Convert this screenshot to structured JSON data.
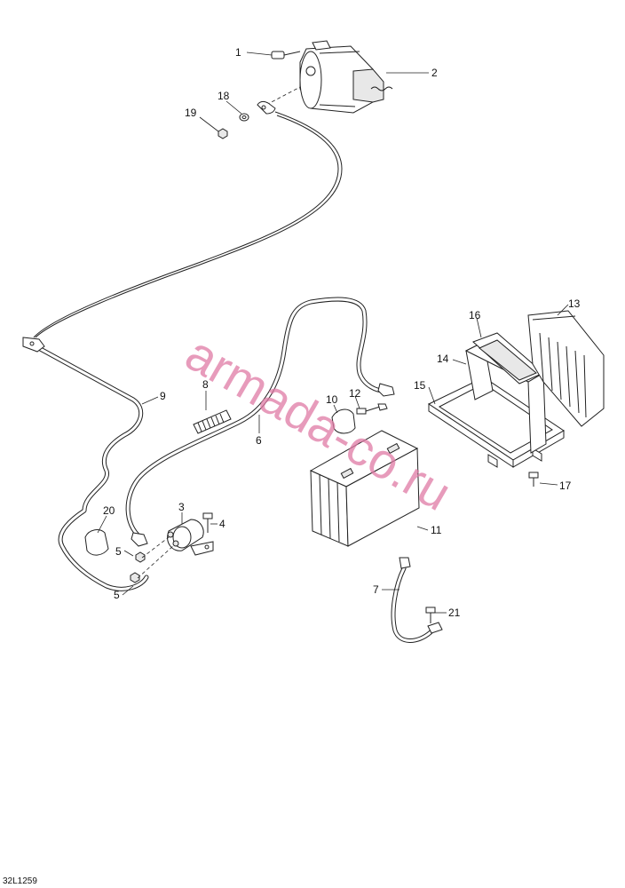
{
  "drawing_code": "32L1259",
  "watermark": "armada-co.ru",
  "callouts": [
    "1",
    "2",
    "3",
    "4",
    "5",
    "5",
    "6",
    "7",
    "8",
    "9",
    "10",
    "11",
    "12",
    "13",
    "14",
    "15",
    "16",
    "17",
    "18",
    "19",
    "20",
    "21"
  ]
}
